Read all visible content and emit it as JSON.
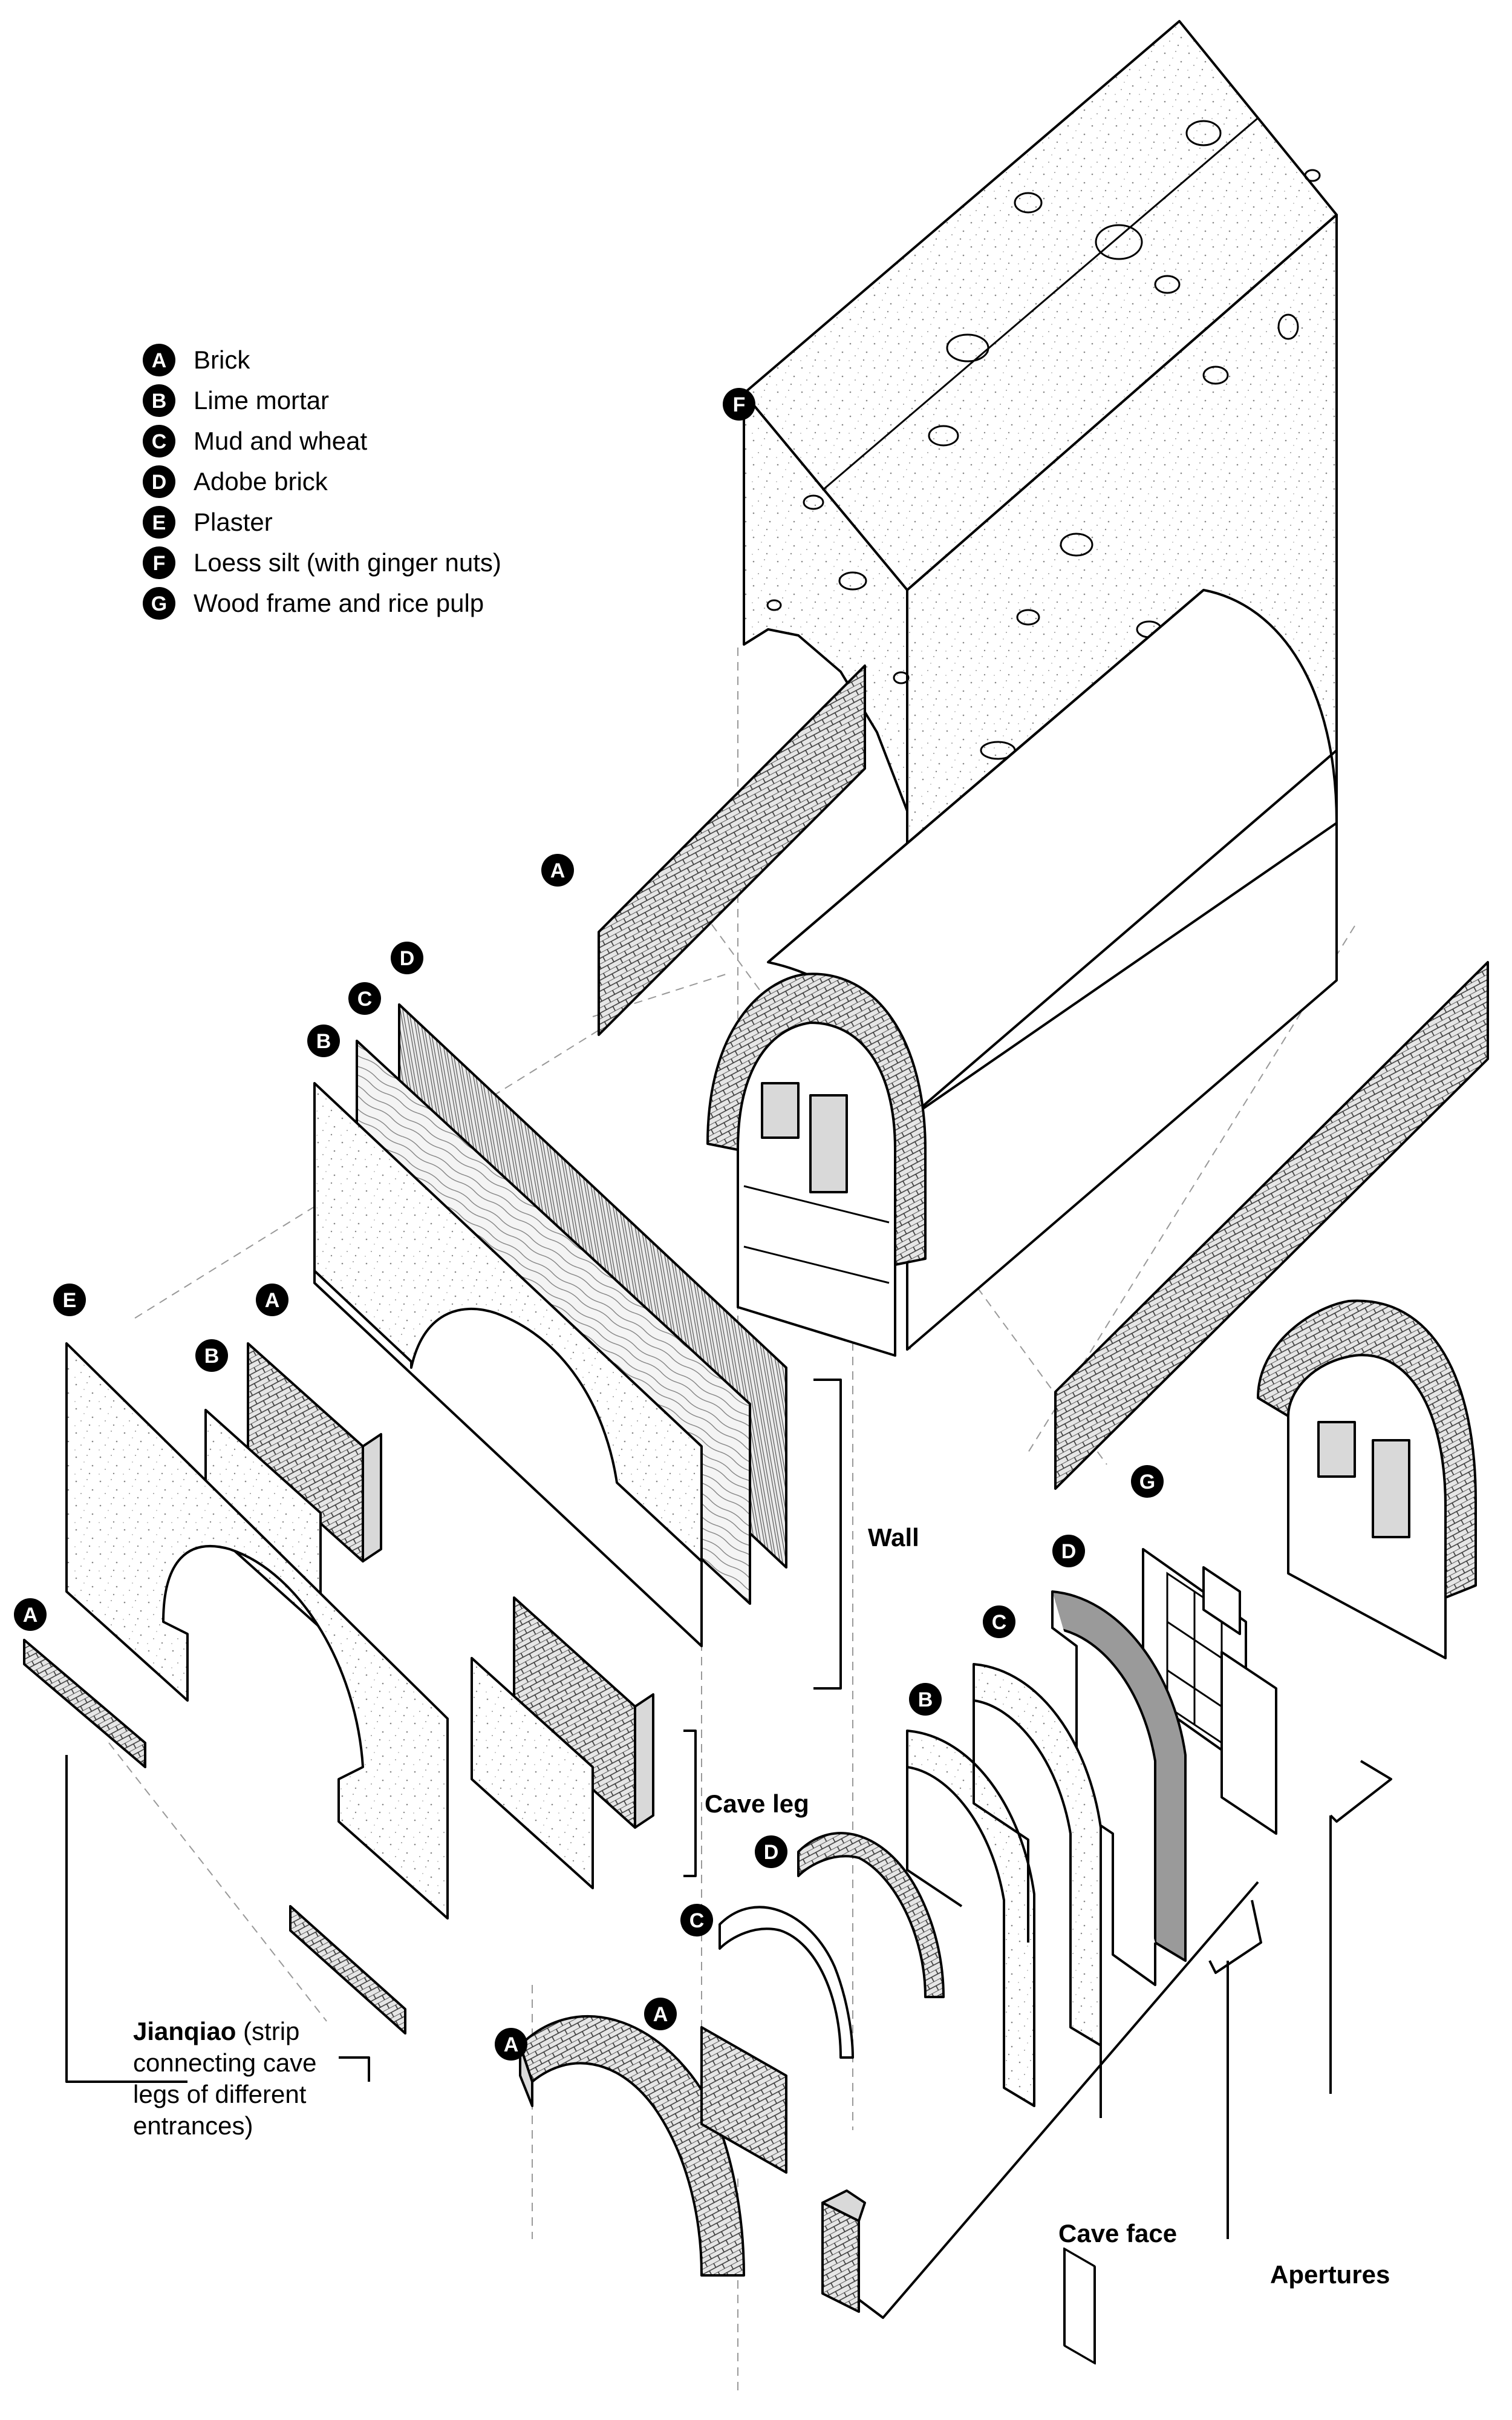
{
  "legend": {
    "items": [
      {
        "marker": "A",
        "text": "Brick"
      },
      {
        "marker": "B",
        "text": "Lime mortar"
      },
      {
        "marker": "C",
        "text": "Mud and wheat"
      },
      {
        "marker": "D",
        "text": "Adobe brick"
      },
      {
        "marker": "E",
        "text": "Plaster"
      },
      {
        "marker": "F",
        "text": "Loess silt (with ginger nuts)"
      },
      {
        "marker": "G",
        "text": "Wood frame and rice pulp"
      }
    ]
  },
  "markers": {
    "a": "A",
    "b": "B",
    "c": "C",
    "d": "D",
    "e": "E",
    "f": "F",
    "g": "G"
  },
  "groups": {
    "wall": "Wall",
    "cave_leg": "Cave leg",
    "cave_face": "Cave face",
    "apertures": "Apertures",
    "jianqiao_bold": "Jianqiao",
    "jianqiao_rest": " (strip",
    "jianqiao_line2": "connecting cave",
    "jianqiao_line3": "legs of different",
    "jianqiao_line4": "entrances)"
  }
}
